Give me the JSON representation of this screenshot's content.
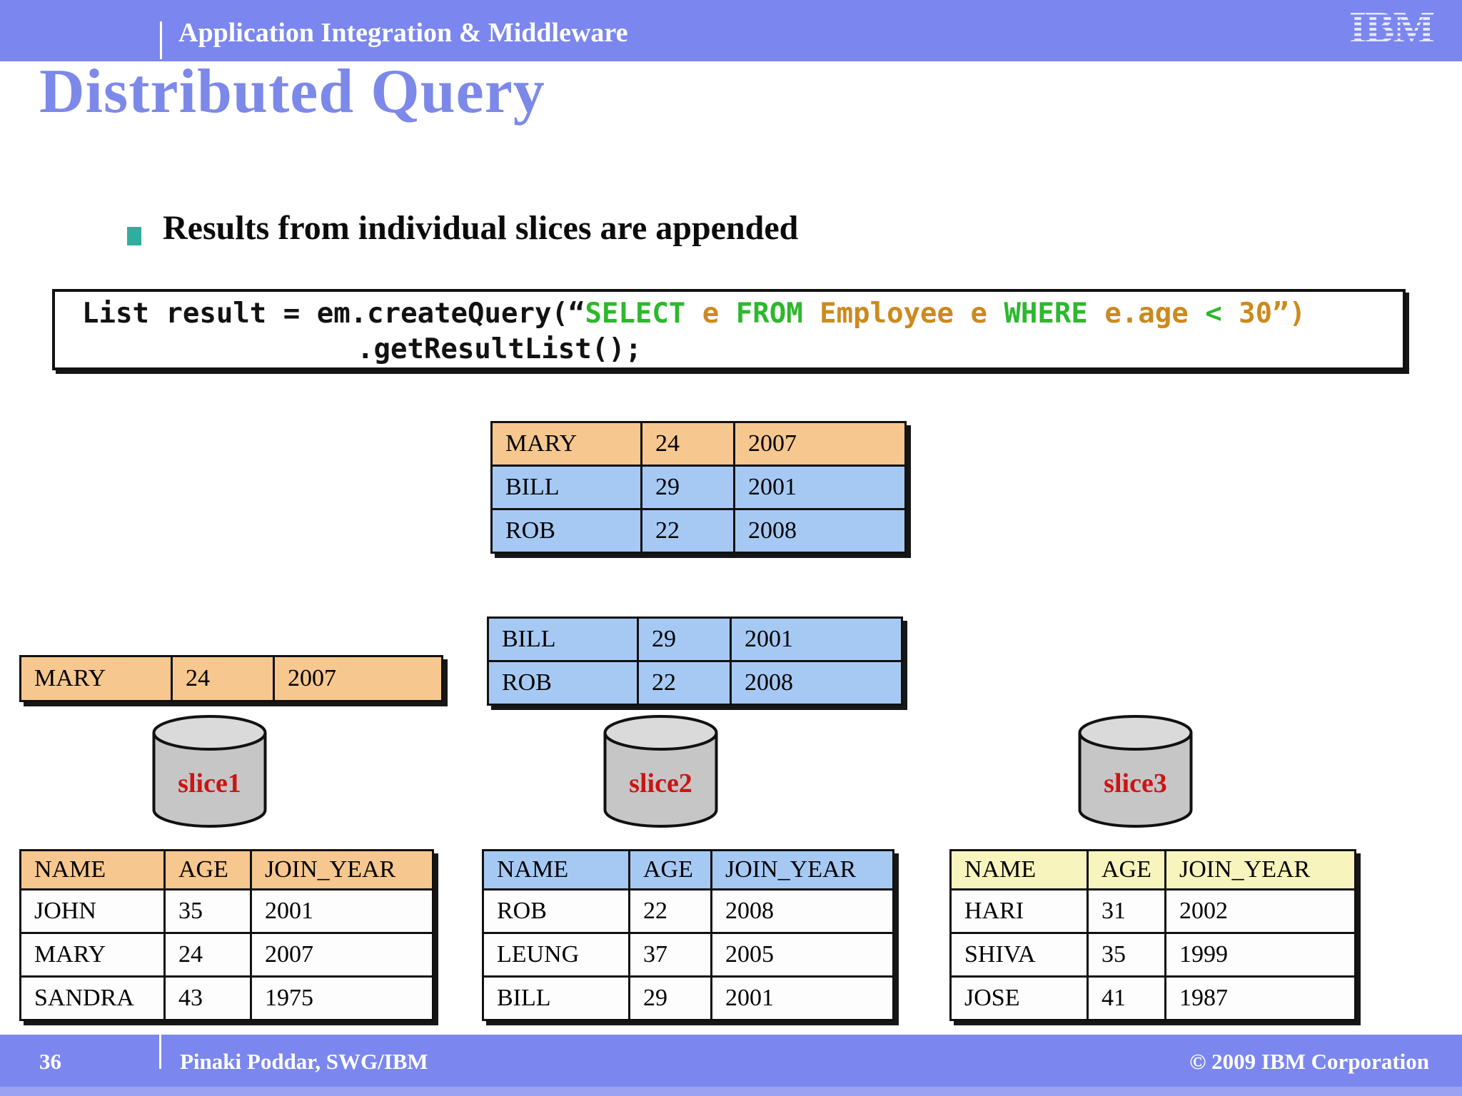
{
  "banner": {
    "title": "Application Integration & Middleware",
    "logo_text": "IBM"
  },
  "title": "Distributed Query",
  "bullet": "Results from individual slices are appended",
  "code": {
    "line1": [
      {
        "t": "List result = em.createQuery(“",
        "c": "plain"
      },
      {
        "t": "SELECT",
        "c": "green"
      },
      {
        "t": " e ",
        "c": "orange"
      },
      {
        "t": "FROM",
        "c": "green"
      },
      {
        "t": " Employee e ",
        "c": "orange"
      },
      {
        "t": "WHERE",
        "c": "green"
      },
      {
        "t": " e.age ",
        "c": "orange"
      },
      {
        "t": "<",
        "c": "green"
      },
      {
        "t": " 30”)",
        "c": "orange"
      }
    ],
    "line2": ".getResultList();"
  },
  "result_tables": {
    "combined": {
      "rows": [
        [
          "MARY",
          "24",
          "2007"
        ],
        [
          "BILL",
          "29",
          "2001"
        ],
        [
          "ROB",
          "22",
          "2008"
        ]
      ]
    },
    "from_slice2": {
      "rows": [
        [
          "BILL",
          "29",
          "2001"
        ],
        [
          "ROB",
          "22",
          "2008"
        ]
      ]
    },
    "from_slice1": {
      "rows": [
        [
          "MARY",
          "24",
          "2007"
        ]
      ]
    }
  },
  "slices": [
    {
      "label": "slice1"
    },
    {
      "label": "slice2"
    },
    {
      "label": "slice3"
    }
  ],
  "source_tables": [
    {
      "slice": "slice1",
      "columns": [
        "NAME",
        "AGE",
        "JOIN_YEAR"
      ],
      "rows": [
        [
          "JOHN",
          "35",
          "2001"
        ],
        [
          "MARY",
          "24",
          "2007"
        ],
        [
          "SANDRA",
          "43",
          "1975"
        ]
      ]
    },
    {
      "slice": "slice2",
      "columns": [
        "NAME",
        "AGE",
        "JOIN_YEAR"
      ],
      "rows": [
        [
          "ROB",
          "22",
          "2008"
        ],
        [
          "LEUNG",
          "37",
          "2005"
        ],
        [
          "BILL",
          "29",
          "2001"
        ]
      ]
    },
    {
      "slice": "slice3",
      "columns": [
        "NAME",
        "AGE",
        "JOIN_YEAR"
      ],
      "rows": [
        [
          "HARI",
          "31",
          "2002"
        ],
        [
          "SHIVA",
          "35",
          "1999"
        ],
        [
          "JOSE",
          "41",
          "1987"
        ]
      ]
    }
  ],
  "footer": {
    "page": "36",
    "author": "Pinaki Poddar, SWG/IBM",
    "copyright": "© 2009 IBM Corporation"
  },
  "colors": {
    "banner_blue": "#7b87ee",
    "title_blue": "#7d89e8",
    "peach": "#f6c78f",
    "light_blue": "#a6c9f4",
    "pale_yellow": "#f7f4bd",
    "code_green": "#2db82d",
    "code_orange": "#cc8a1e",
    "slice_red": "#cc1414",
    "bullet_teal": "#2fae9f"
  }
}
